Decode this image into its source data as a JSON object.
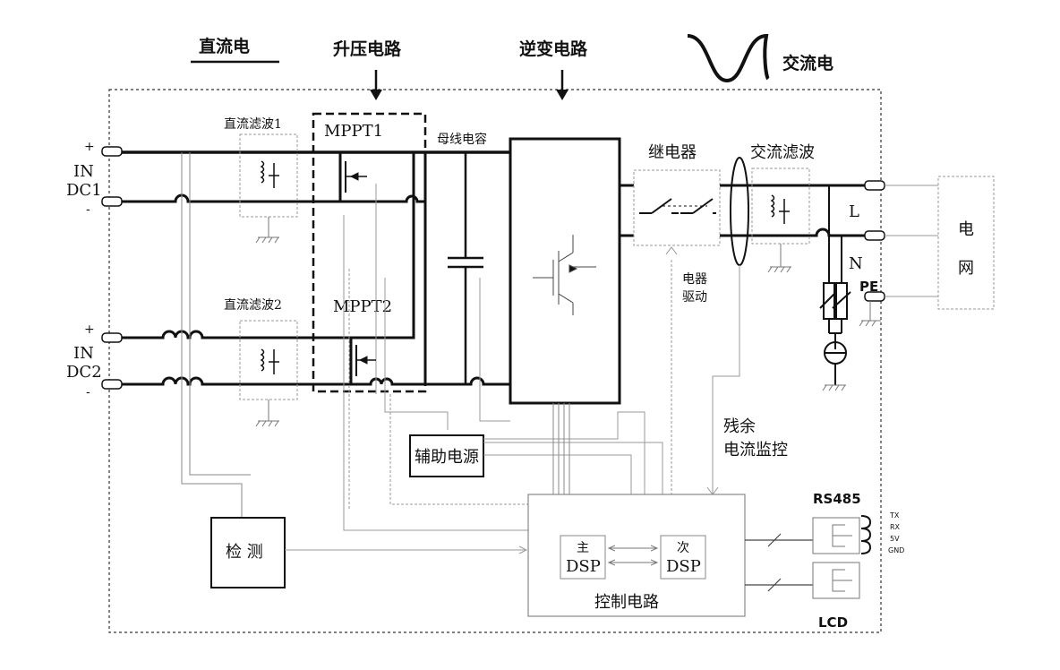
{
  "sections": {
    "dc": "直流电",
    "boost": "升压电路",
    "inverter": "逆变电路",
    "ac": "交流电"
  },
  "inputs": {
    "in_label": "IN",
    "dc1": "DC1",
    "dc2": "DC2",
    "plus": "+",
    "minus": "-"
  },
  "components": {
    "dc_filter_1": "直流滤波1",
    "dc_filter_2": "直流滤波2",
    "mppt1": "MPPT1",
    "mppt2": "MPPT2",
    "bus_capacitor": "母线电容",
    "relay": "继电器",
    "ac_filter": "交流滤波",
    "relay_drive_line1": "电器",
    "relay_drive_line2": "驱动",
    "residual_current_line1": "残余",
    "residual_current_line2": "电流监控",
    "aux_power": "辅助电源",
    "detection": "检 测",
    "control_circuit": "控制电路",
    "main_dsp_line1": "主",
    "main_dsp_line2": "DSP",
    "sub_dsp_line1": "次",
    "sub_dsp_line2": "DSP"
  },
  "grid": {
    "line_l": "L",
    "line_n": "N",
    "line_pe": "PE",
    "grid_line1": "电",
    "grid_line2": "网"
  },
  "comm": {
    "rs485": "RS485",
    "lcd": "LCD",
    "pins": [
      "TX",
      "RX",
      "5V",
      "GND"
    ]
  }
}
